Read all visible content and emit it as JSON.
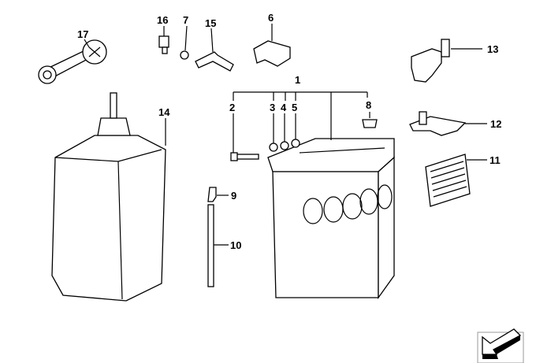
{
  "diagram": {
    "callouts": {
      "c1": "1",
      "c2": "2",
      "c3": "3",
      "c4": "4",
      "c5": "5",
      "c6": "6",
      "c7": "7",
      "c8": "8",
      "c9": "9",
      "c10": "10",
      "c11": "11",
      "c12": "12",
      "c13": "13",
      "c14": "14",
      "c15": "15",
      "c16": "16",
      "c17": "17"
    }
  },
  "nav": {
    "icon": "arrow-down-left-icon"
  }
}
